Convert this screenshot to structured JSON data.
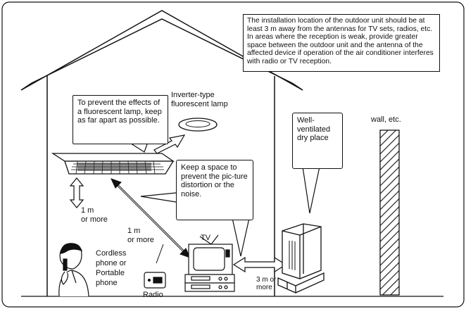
{
  "notice": "The installation location of the outdoor unit should be at least 3 m away from the antennas for TV sets, radios, etc. In areas where the reception is weak, provide greater space between the outdoor unit and the antenna of the affected device if operation of the air conditioner interferes with radio or TV reception.",
  "callouts": {
    "fluorescent": "To prevent the effects of a fluorescent lamp, keep as far apart as possible.",
    "space": "Keep a space to prevent the pic-ture distortion or the noise.",
    "dry_place": "Well-ventilated dry place"
  },
  "labels": {
    "lamp": "Inverter-type fluorescent lamp",
    "wall": "wall, etc.",
    "dist_floor": "1 m\nor more",
    "dist_radio": "1 m\nor more",
    "dist_tv": "3 m or\nmore",
    "tv": "TV",
    "radio": "Radio",
    "phone": "Cordless phone or Portable phone"
  }
}
